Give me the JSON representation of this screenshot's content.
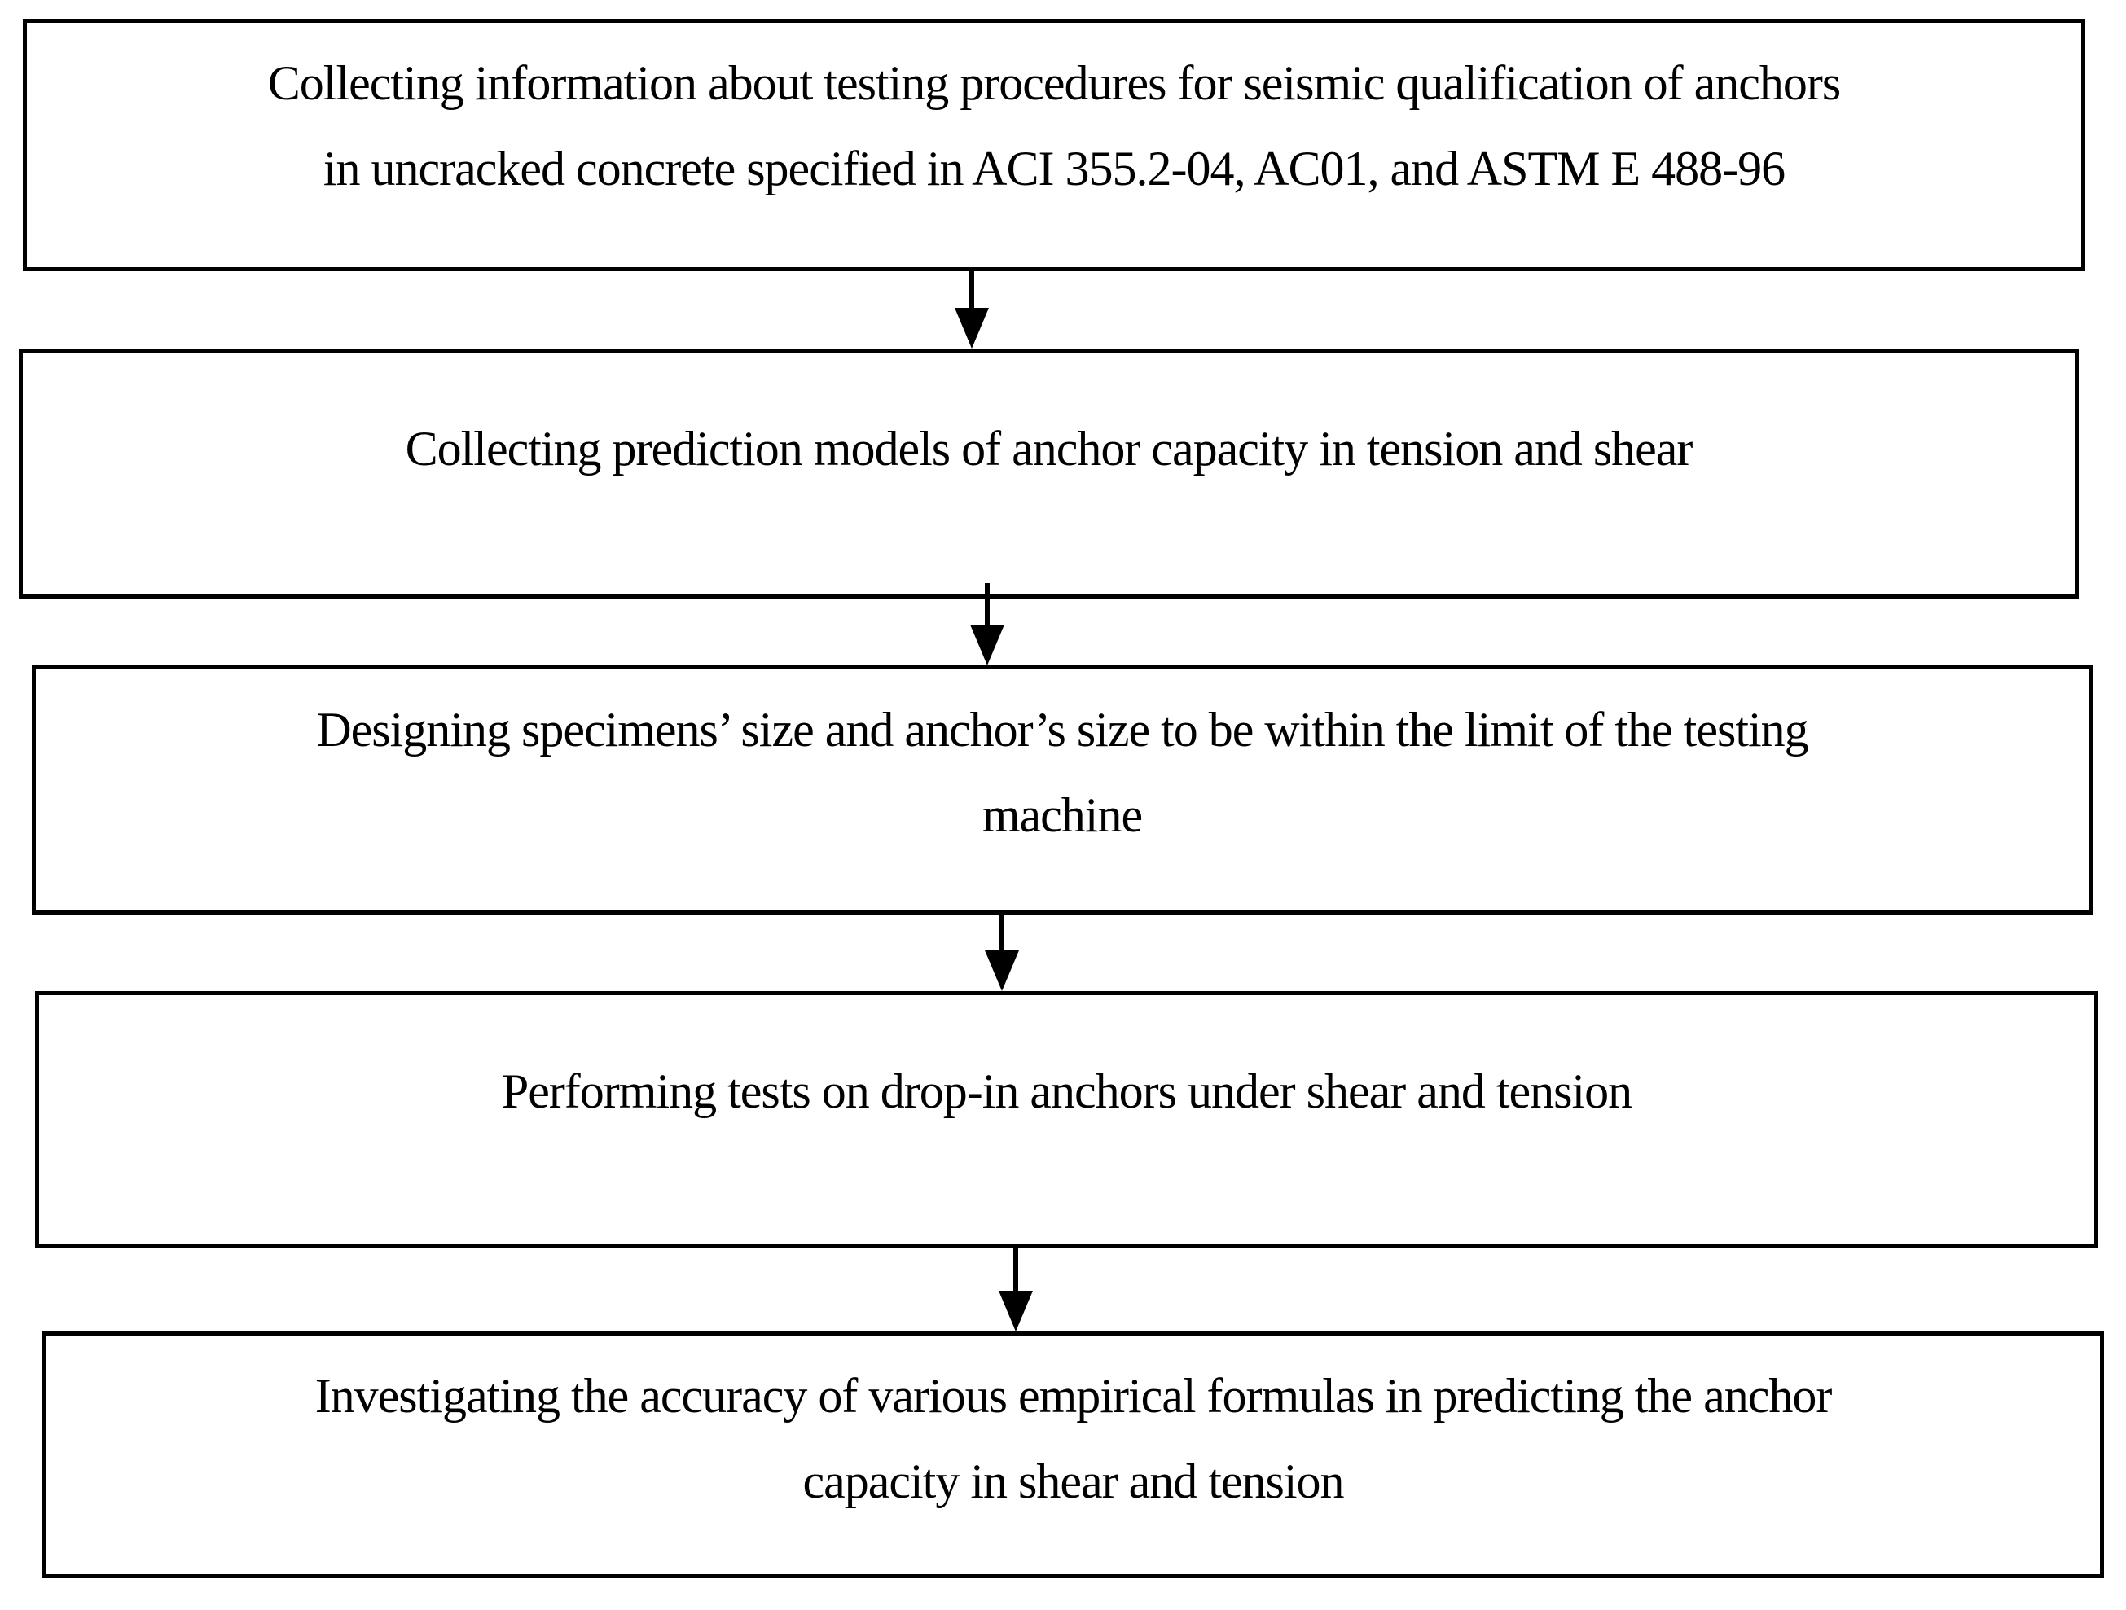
{
  "figure": {
    "type": "flowchart",
    "direction": "top-down",
    "colors": {
      "border": "#000000",
      "background": "#ffffff",
      "text": "#000000"
    },
    "steps": [
      {
        "id": 1,
        "lines": [
          "Collecting information about testing procedures for seismic qualification of anchors",
          "in uncracked concrete specified in ACI 355.2-04, AC01, and ASTM E 488-96"
        ]
      },
      {
        "id": 2,
        "lines": [
          "Collecting prediction models of anchor capacity in tension and shear"
        ]
      },
      {
        "id": 3,
        "lines": [
          "Designing specimens’ size and anchor’s size to be within the limit of the testing",
          "machine"
        ]
      },
      {
        "id": 4,
        "lines": [
          "Performing tests on drop-in anchors under shear and tension"
        ]
      },
      {
        "id": 5,
        "lines": [
          "Investigating the accuracy of various empirical formulas in predicting the anchor",
          "capacity in shear and tension"
        ]
      }
    ],
    "connectors": [
      {
        "icon": "arrow-down-icon",
        "glyph": "▼"
      },
      {
        "icon": "arrow-down-icon",
        "glyph": "▼"
      },
      {
        "icon": "arrow-down-icon",
        "glyph": "▼"
      },
      {
        "icon": "arrow-down-icon",
        "glyph": "▼"
      }
    ]
  }
}
